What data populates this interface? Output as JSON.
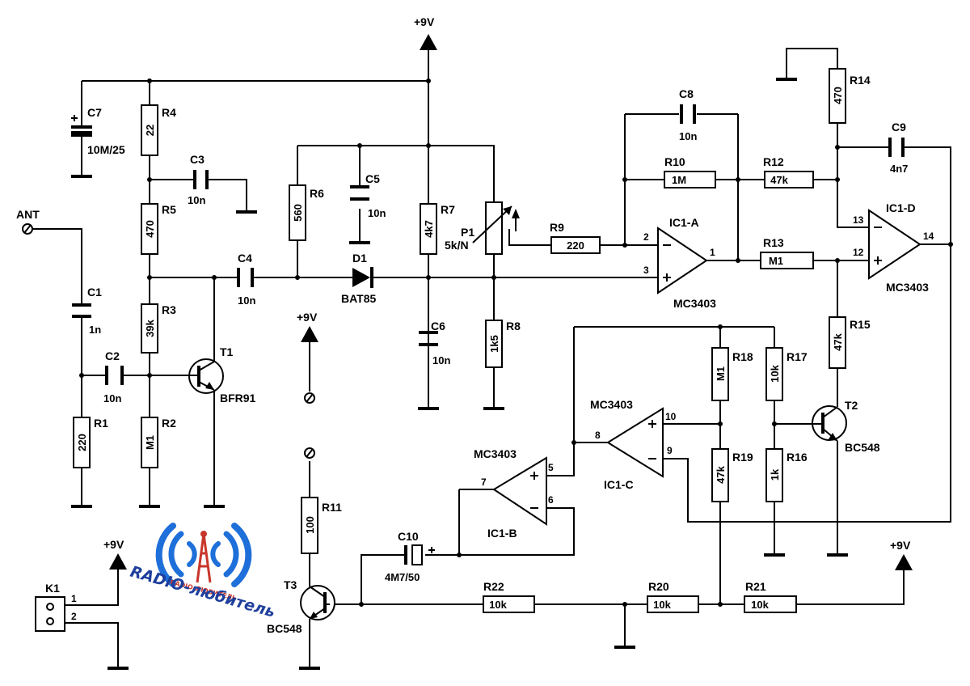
{
  "supply": {
    "top": "+9V",
    "mid": "+9V",
    "k1": "+9V",
    "right": "+9V"
  },
  "connectors": {
    "ant": "ANT",
    "k1": "K1",
    "k1_pin1": "1",
    "k1_pin2": "2"
  },
  "resistors": {
    "R1": {
      "name": "R1",
      "value": "220"
    },
    "R2": {
      "name": "R2",
      "value": "M1"
    },
    "R3": {
      "name": "R3",
      "value": "39k"
    },
    "R4": {
      "name": "R4",
      "value": "22"
    },
    "R5": {
      "name": "R5",
      "value": "470"
    },
    "R6": {
      "name": "R6",
      "value": "560"
    },
    "R7": {
      "name": "R7",
      "value": "4k7"
    },
    "R8": {
      "name": "R8",
      "value": "1k5"
    },
    "R9": {
      "name": "R9",
      "value": "220"
    },
    "R10": {
      "name": "R10",
      "value": "1M"
    },
    "R11": {
      "name": "R11",
      "value": "100"
    },
    "R12": {
      "name": "R12",
      "value": "47k"
    },
    "R13": {
      "name": "R13",
      "value": "M1"
    },
    "R14": {
      "name": "R14",
      "value": "470"
    },
    "R15": {
      "name": "R15",
      "value": "47k"
    },
    "R16": {
      "name": "R16",
      "value": "1k"
    },
    "R17": {
      "name": "R17",
      "value": "10k"
    },
    "R18": {
      "name": "R18",
      "value": "M1"
    },
    "R19": {
      "name": "R19",
      "value": "47k"
    },
    "R20": {
      "name": "R20",
      "value": "10k"
    },
    "R21": {
      "name": "R21",
      "value": "10k"
    },
    "R22": {
      "name": "R22",
      "value": "10k"
    }
  },
  "capacitors": {
    "C1": {
      "name": "C1",
      "value": "1n"
    },
    "C2": {
      "name": "C2",
      "value": "10n"
    },
    "C3": {
      "name": "C3",
      "value": "10n"
    },
    "C4": {
      "name": "C4",
      "value": "10n"
    },
    "C5": {
      "name": "C5",
      "value": "10n"
    },
    "C6": {
      "name": "C6",
      "value": "10n"
    },
    "C7": {
      "name": "C7",
      "value": "10M/25"
    },
    "C8": {
      "name": "C8",
      "value": "10n"
    },
    "C9": {
      "name": "C9",
      "value": "4n7"
    },
    "C10": {
      "name": "C10",
      "value": "4M7/50"
    }
  },
  "pot": {
    "name": "P1",
    "value": "5k/N"
  },
  "diode": {
    "name": "D1",
    "type": "BAT85"
  },
  "transistors": {
    "T1": {
      "name": "T1",
      "type": "BFR91"
    },
    "T2": {
      "name": "T2",
      "type": "BC548"
    },
    "T3": {
      "name": "T3",
      "type": "BC548"
    }
  },
  "opamps": {
    "A": {
      "name": "IC1-A",
      "type": "MC3403",
      "pin_in_minus": "2",
      "pin_in_plus": "3",
      "pin_out": "1"
    },
    "B": {
      "name": "IC1-B",
      "type": "MC3403",
      "pin_in_plus": "5",
      "pin_in_minus": "6",
      "pin_out": "7"
    },
    "C": {
      "name": "IC1-C",
      "type": "MC3403",
      "pin_in_plus": "10",
      "pin_in_minus": "9",
      "pin_out": "8"
    },
    "D": {
      "name": "IC1-D",
      "type": "MC3403",
      "pin_in_minus": "13",
      "pin_in_plus": "12",
      "pin_out": "14"
    }
  },
  "logo": {
    "main": "RADIO-любитель",
    "small": "RADIO-ЛЮБИТЕЛЬ"
  },
  "colors": {
    "logo_blue": "#1e6fd9",
    "logo_red": "#c8362b",
    "logo_text": "#1e3f9c"
  }
}
